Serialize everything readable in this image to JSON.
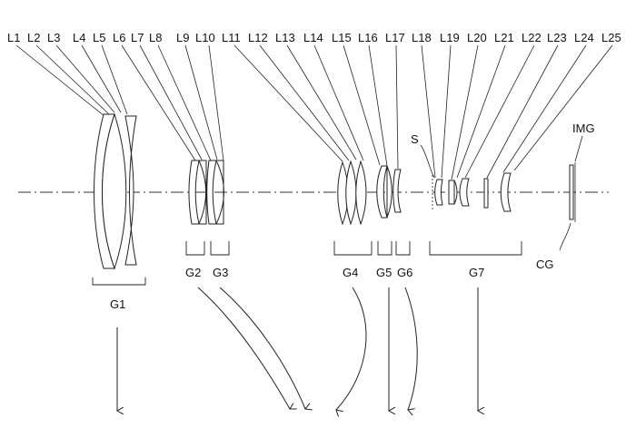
{
  "lens_labels": [
    "L1",
    "L2",
    "L3",
    "L4",
    "L5",
    "L6",
    "L7",
    "L8",
    "L9",
    "L10",
    "L11",
    "L12",
    "L13",
    "L14",
    "L15",
    "L16",
    "L17",
    "L18",
    "L19",
    "L20",
    "L21",
    "L22",
    "L23",
    "L24",
    "L25"
  ],
  "group_labels": [
    "G1",
    "G2",
    "G3",
    "G4",
    "G5",
    "G6",
    "G7"
  ],
  "stop_label": "S",
  "image_label": "IMG",
  "cover_glass_label": "CG"
}
